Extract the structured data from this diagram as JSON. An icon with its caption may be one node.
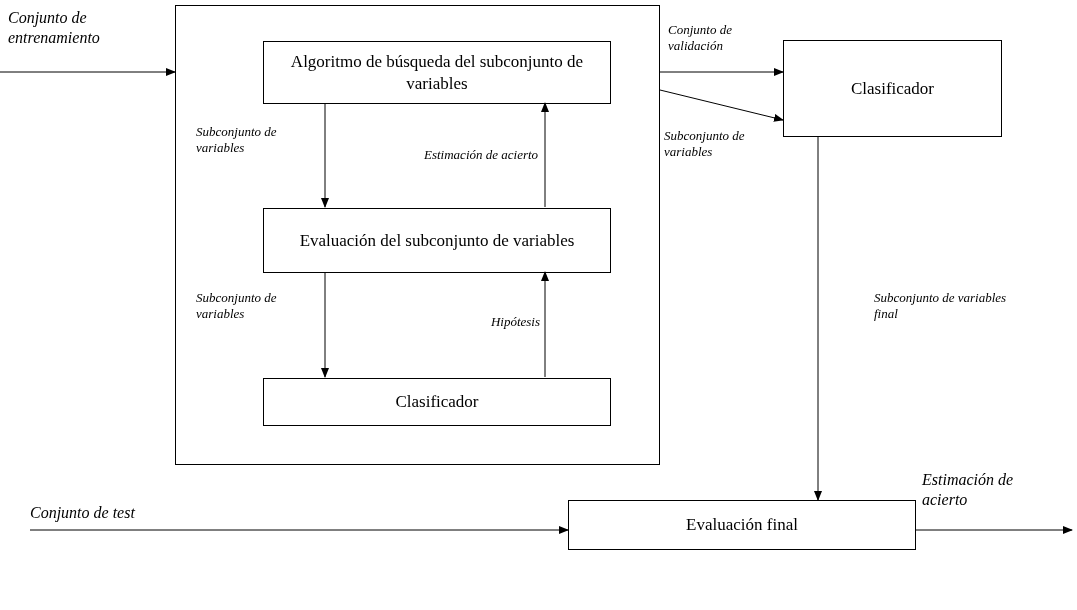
{
  "diagram": {
    "nodes": [
      {
        "text": [],
        "shape": "box"
      },
      {
        "text": [
          "Algoritmo de búsqueda del subconjunto de variables"
        ],
        "in": 0
      },
      {
        "text": [
          "Evaluación del subconjunto de variables"
        ],
        "in": 0
      },
      {
        "text": [
          "Clasificador"
        ],
        "in": 0
      },
      {
        "text": [
          "Clasificador"
        ]
      },
      {
        "text": [
          "Evaluación final"
        ]
      }
    ],
    "edges": [
      {
        "from": null,
        "to": 0,
        "arrow": "to",
        "label": "Conjunto de entrenamiento"
      },
      {
        "from": 1,
        "to": 2,
        "arrow": "to",
        "label": "Subconjunto de variables"
      },
      {
        "from": 2,
        "to": 1,
        "arrow": "to",
        "label": "Estimación de acierto"
      },
      {
        "from": 2,
        "to": 3,
        "arrow": "to",
        "label": "Subconjunto de variables"
      },
      {
        "from": 3,
        "to": 2,
        "arrow": "to",
        "label": "Hipótesis"
      },
      {
        "from": 0,
        "to": 4,
        "arrow": "to",
        "label": "Conjunto de validación"
      },
      {
        "from": 0,
        "to": 4,
        "arrow": "to",
        "label": "Subconjunto de variables"
      },
      {
        "from": 4,
        "to": 5,
        "arrow": "to",
        "label": "Subconjunto de variables final"
      },
      {
        "from": null,
        "to": 5,
        "arrow": "to",
        "label": "Conjunto de test"
      },
      {
        "from": 5,
        "to": null,
        "arrow": "to",
        "label": "Estimación de acierto"
      }
    ]
  }
}
